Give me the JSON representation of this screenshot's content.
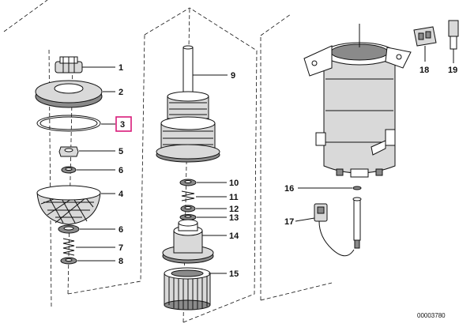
{
  "diagram": {
    "callouts": [
      "1",
      "2",
      "3",
      "4",
      "5",
      "6",
      "7",
      "8",
      "9",
      "10",
      "11",
      "12",
      "13",
      "14",
      "15",
      "16",
      "17",
      "18",
      "19"
    ],
    "extra_callouts": [
      "6"
    ],
    "highlighted_callout": "3",
    "document_id": "00003780",
    "highlight_color": "#d81b7a"
  }
}
